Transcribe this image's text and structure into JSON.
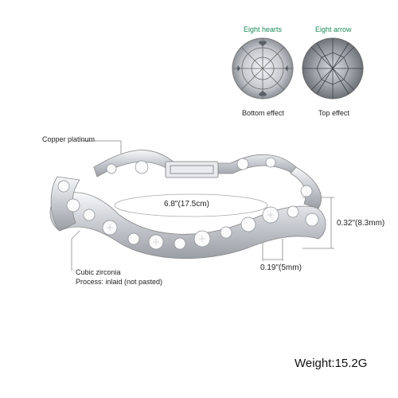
{
  "diagram_top": {
    "left_label": "Eight hearts",
    "right_label": "Eight arrow",
    "left_caption": "Bottom effect",
    "right_caption": "Top effect"
  },
  "callouts": {
    "material": "Copper platinum",
    "stone": "Cubic zirconia",
    "process": "Process: inlaid (not pasted)"
  },
  "dimensions": {
    "length": "6.8\"(17.5cm)",
    "height": "0.32\"(8.3mm)",
    "width": "0.19\"(5mm)"
  },
  "weight": "Weight:15.2G",
  "colors": {
    "accent": "#1e8a5a",
    "metal": "#c9ccd2",
    "line": "#888888"
  }
}
